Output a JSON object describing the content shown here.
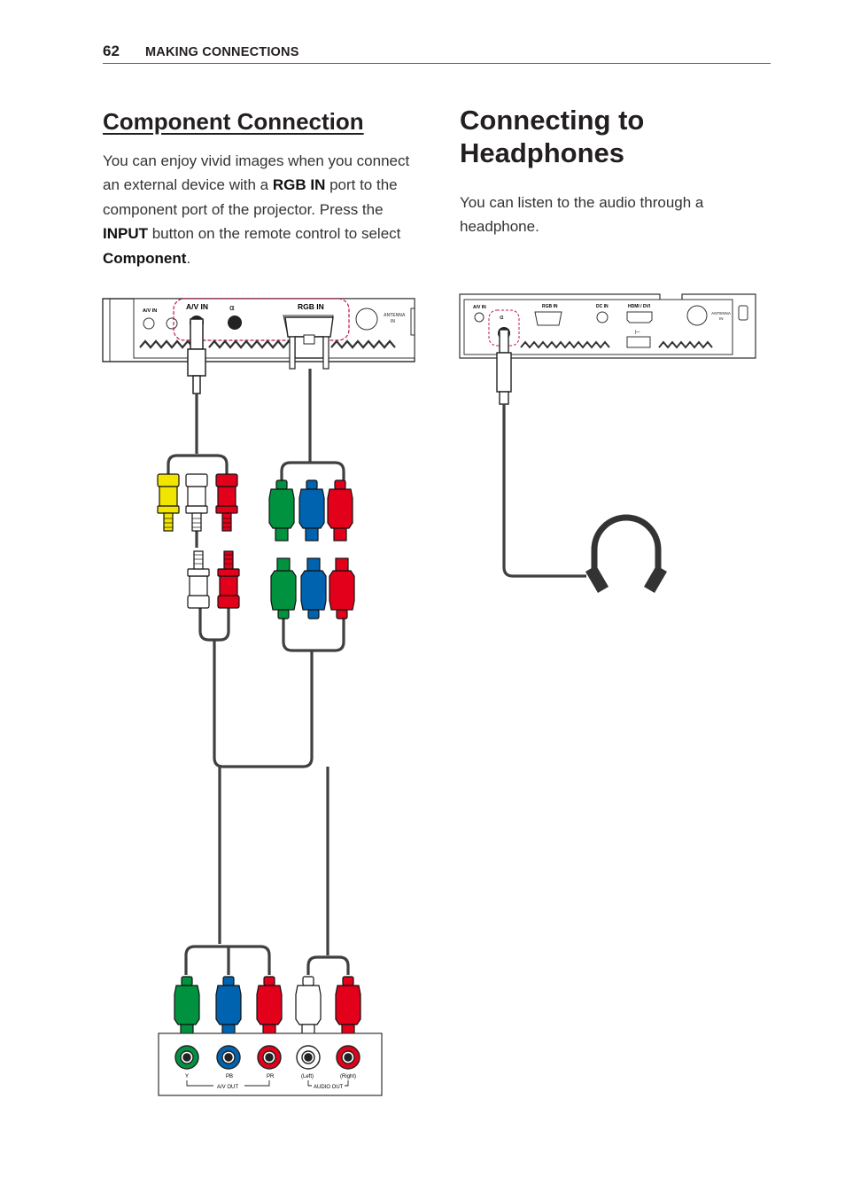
{
  "header": {
    "page_number": "62",
    "section": "MAKING CONNECTIONS"
  },
  "component": {
    "title": "Component Connection",
    "text1": "You can enjoy vivid images when you connect an external device with a ",
    "bold1": "RGB IN",
    "text2": " port to the component port of the projector. Press the ",
    "bold2": "INPUT",
    "text3": " button on the remote control to select ",
    "bold3": "Component",
    "text4": "."
  },
  "headphones": {
    "title_line1": "Connecting to",
    "title_line2": "Headphones",
    "text": "You can listen to the audio through a headphone."
  },
  "projector_panel_left": {
    "av_in": "A/V IN",
    "rgb_in": "RGB IN",
    "antenna": "ANTENNA",
    "antenna_in": "IN"
  },
  "projector_panel_right": {
    "av_in": "A/V IN",
    "rgb_in": "RGB IN",
    "dc_in": "DC IN",
    "hdmi": "HDMI / DVI",
    "antenna": "ANTENNA",
    "antenna_in": "IN"
  },
  "device_panel": {
    "y": "Y",
    "pb": "PB",
    "pr": "PR",
    "left": "(Left)",
    "right": "(Right)",
    "av_out": "A/V OUT",
    "audio_out": "AUDIO OUT"
  },
  "colors": {
    "accent_rule": "#b4287a",
    "yellow": "#f2e500",
    "red": "#e3001b",
    "green": "#00923f",
    "blue": "#0063b0",
    "white": "#ffffff",
    "cable": "#404040"
  }
}
